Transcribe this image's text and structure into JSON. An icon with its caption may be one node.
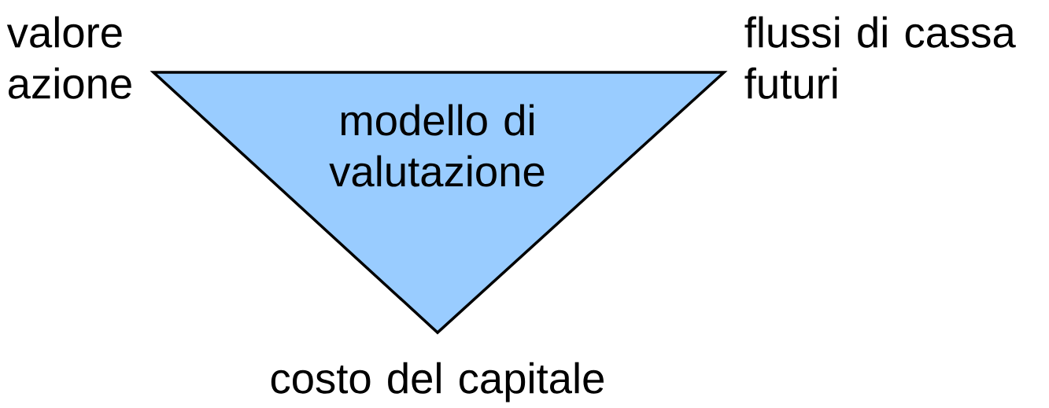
{
  "diagram": {
    "nodes": [
      {
        "text": [
          "modello di valutazione"
        ]
      }
    ],
    "labels": [
      "valore azione",
      "flussi di cassa futuri",
      "costo del capitale"
    ]
  }
}
